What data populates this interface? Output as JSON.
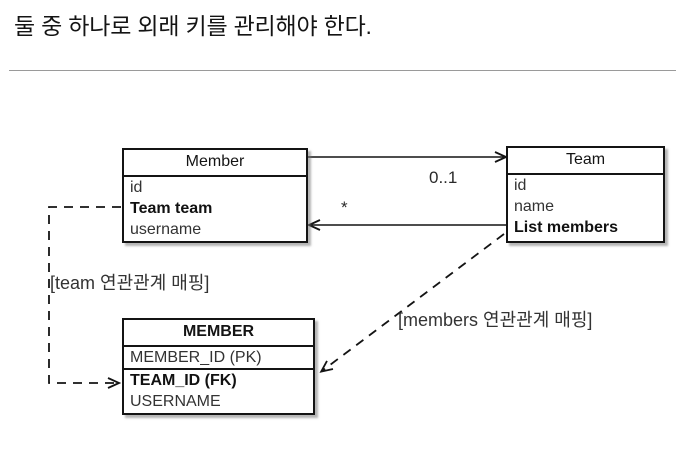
{
  "slide": {
    "title": "둘 중 하나로 외래 키를 관리해야 한다."
  },
  "diagram": {
    "object_model": {
      "member_class": {
        "name": "Member",
        "fields": [
          {
            "text": "id",
            "bold": false
          },
          {
            "text": "Team team",
            "bold": true
          },
          {
            "text": "username",
            "bold": false
          }
        ]
      },
      "team_class": {
        "name": "Team",
        "fields": [
          {
            "text": "id",
            "bold": false
          },
          {
            "text": "name",
            "bold": false
          },
          {
            "text": "List members",
            "bold": true
          }
        ]
      }
    },
    "table_model": {
      "member_table": {
        "name": "MEMBER",
        "columns": [
          {
            "text": "MEMBER_ID (PK)",
            "bold": false
          },
          {
            "text": "TEAM_ID (FK)",
            "bold": true
          },
          {
            "text": "USERNAME",
            "bold": false
          }
        ]
      }
    },
    "edges": {
      "member_to_team_multiplicity": "0..1",
      "team_to_member_multiplicity": "*",
      "team_mapping_label": "[team 연관관계 매핑]",
      "members_mapping_label": "[members 연관관계 매핑]"
    },
    "colors": {
      "line": "#141414",
      "text": "#333333",
      "rule": "#9a9a9a",
      "background": "#ffffff"
    }
  }
}
